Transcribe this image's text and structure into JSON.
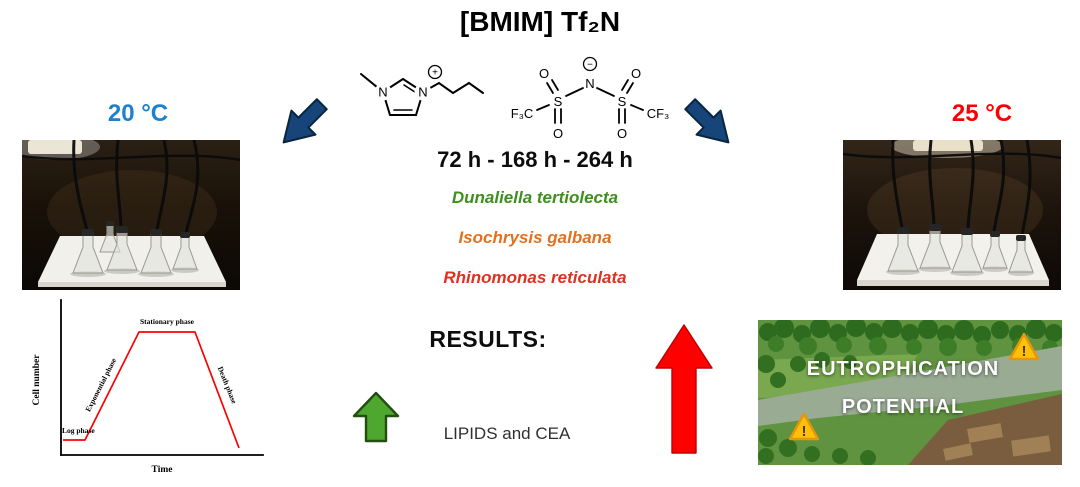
{
  "title": "[BMIM] Tf₂N",
  "temps": {
    "left": "20 °C",
    "right": "25 °C"
  },
  "durations": "72 h - 168 h - 264 h",
  "species": {
    "s1": "Dunaliella tertiolecta",
    "s2": "Isochrysis galbana",
    "s3": "Rhinomonas reticulata"
  },
  "results": {
    "heading": "RESULTS:",
    "outcome": "LIPIDS and CEA"
  },
  "eutrophication": {
    "line1": "EUTROPHICATION",
    "line2": "POTENTIAL",
    "warning_glyph": "!"
  },
  "chemistry": {
    "cation": {
      "n_left": "N",
      "n_right": "N",
      "charge": "+"
    },
    "anion": {
      "f3c": "F₃C",
      "s_left": "S",
      "n": "N",
      "s_right": "S",
      "cf3": "CF₃",
      "o_tl": "O",
      "o_bl": "O",
      "o_tr": "O",
      "o_br": "O",
      "charge": "−"
    }
  },
  "chart_data": {
    "type": "line",
    "title": "",
    "xlabel": "Time",
    "ylabel": "Cell number",
    "line_color": "#fc0000",
    "axes_note": "qualitative growth curve, no numeric ticks",
    "series": [
      {
        "name": "growth-curve",
        "x": [
          0,
          1,
          3.4,
          6,
          8
        ],
        "y": [
          0.8,
          0.8,
          7.2,
          7.2,
          0.3
        ]
      }
    ],
    "phases": {
      "log": "Log phase",
      "exponential": "Exponential phase",
      "stationary": "Stationary phase",
      "death": "Death phase"
    }
  },
  "colors": {
    "temp_left": "#1e81ce",
    "temp_right": "#fb0103",
    "species1": "#3f8f1f",
    "species2": "#e2711d",
    "species3": "#e03020",
    "blue_arrow": "#17457a",
    "green_arrow": "#4ea72e",
    "red_arrow": "#fe0000",
    "curve": "#fc0000",
    "warning": "#ffc107"
  }
}
